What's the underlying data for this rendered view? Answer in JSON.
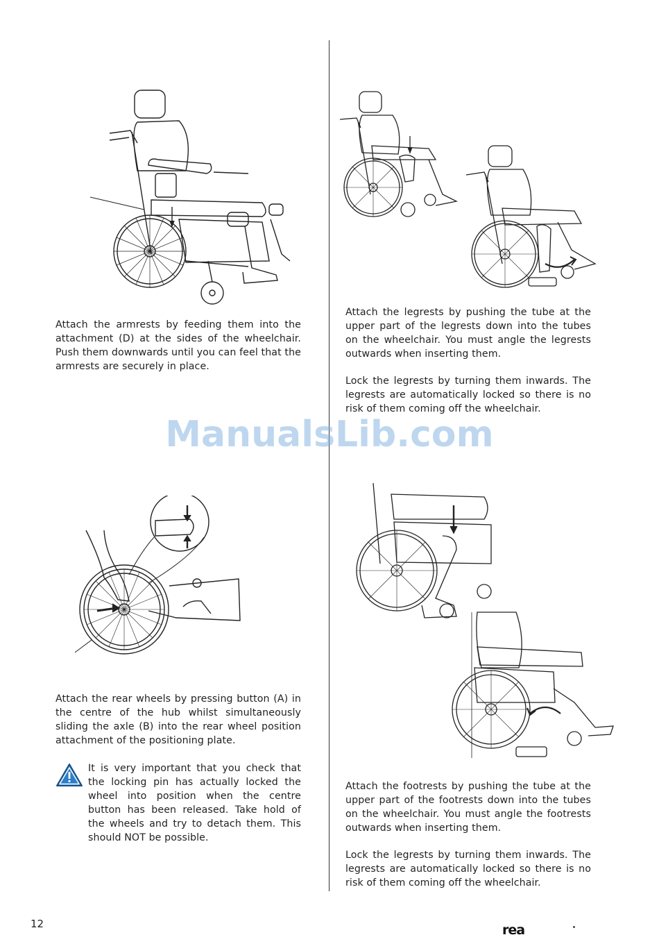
{
  "sections": {
    "armrests": {
      "text": "Attach the armrests by feeding them into the attachment (D) at the sides of the wheelchair. Push them downwards until you can feel that the armrests are securely in place."
    },
    "legrests": {
      "text1": "Attach the legrests by pushing the tube at the upper part of the legrests down into the tubes on the wheelchair. You must angle the legrests outwards when inserting them.",
      "text2": "Lock the legrests by turning them inwards. The legrests are automatically locked so there is no risk of them coming off the wheelchair."
    },
    "rear_wheels": {
      "text": "Attach the rear wheels by pressing button (A) in the centre of the hub whilst simultaneously  sliding the axle (B) into the rear wheel position attachment of the positioning plate.",
      "warning": "It is very important that you check that the locking pin has actually locked the wheel into position when the centre button has been released. Take hold of the wheels and try to detach them. This should NOT be possible."
    },
    "footrests": {
      "text1": "Attach the footrests by pushing the tube at the upper part of the footrests down into the tubes on the wheelchair. You must angle the footrests outwards when inserting them.",
      "text2": "Lock the legrests by turning them inwards. The legrests are automatically locked so there is no risk of them coming off the wheelchair."
    }
  },
  "watermark": "ManualsLib.com",
  "footer": {
    "page_number": "12",
    "brand": "rea"
  },
  "icons": {
    "warning": "warning-triangle-icon"
  },
  "colors": {
    "warning_fill": "#2f7fc8",
    "watermark": "#7fb0e0"
  }
}
